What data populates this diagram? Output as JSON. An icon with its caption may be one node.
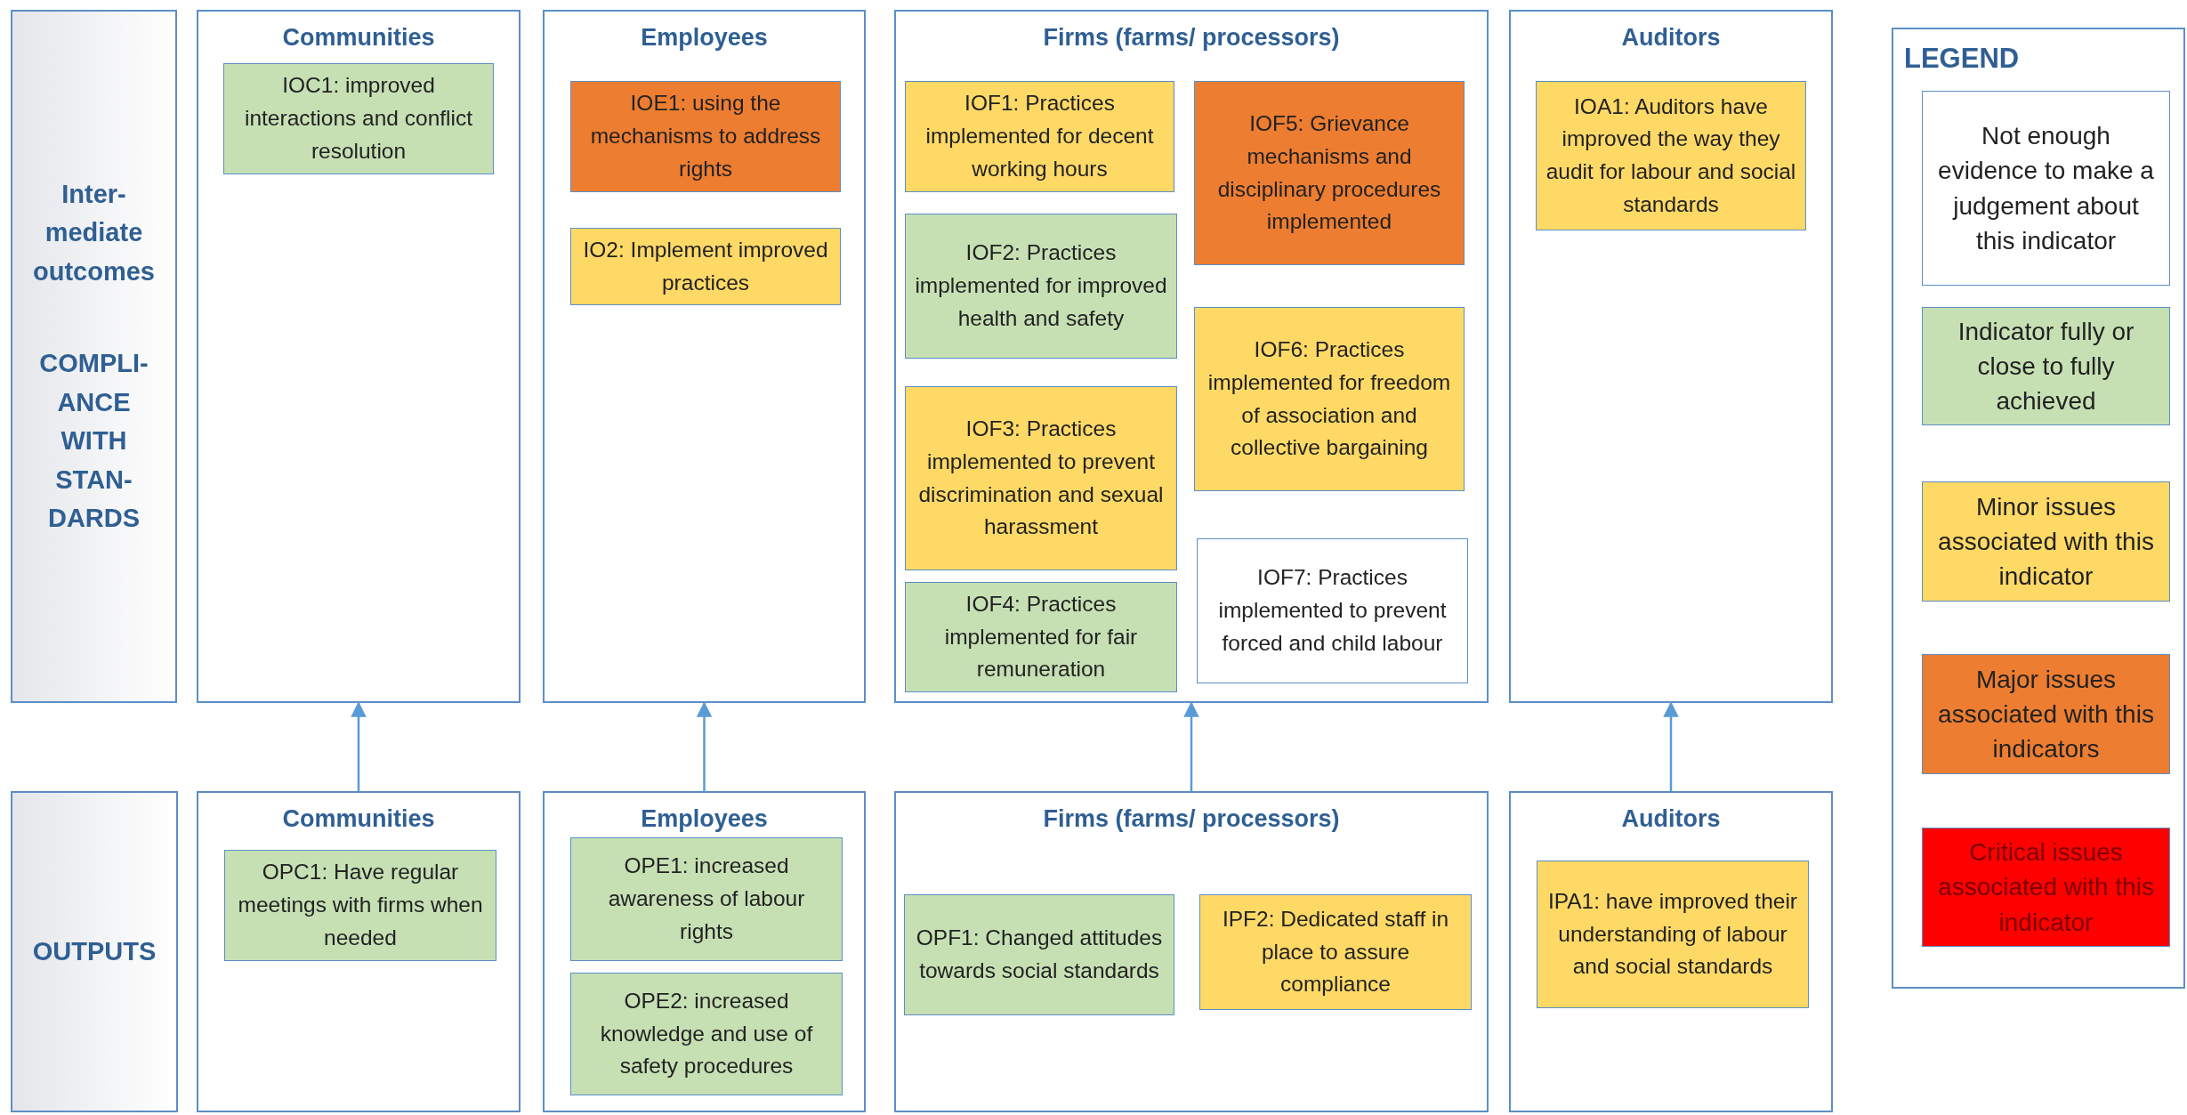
{
  "diagram": {
    "nodes": [
      {
        "text": [
          "Inter-mediate outcomes",
          "COMPLI-ANCE WITH STAN-DARDS"
        ]
      },
      {
        "text": [
          "Communities"
        ]
      },
      {
        "text": [
          "IOC1: improved interactions and conflict resolution"
        ],
        "in": 1
      },
      {
        "text": [
          "Employees"
        ]
      },
      {
        "text": [
          "IOE1: using the mechanisms to address rights"
        ],
        "in": 3
      },
      {
        "text": [
          "IO2: Implement improved practices"
        ],
        "in": 3
      },
      {
        "text": [
          "Firms (farms/ processors)"
        ]
      },
      {
        "text": [
          "IOF1:  Practices implemented for decent working hours"
        ],
        "in": 6
      },
      {
        "text": [
          "IOF2:  Practices implemented for improved health and safety"
        ],
        "in": 6
      },
      {
        "text": [
          "IOF3:  Practices implemented to prevent discrimination and sexual harassment"
        ],
        "in": 6
      },
      {
        "text": [
          "IOF4: Practices implemented for fair remuneration"
        ],
        "in": 6
      },
      {
        "text": [
          "IOF5:  Grievance mechanisms and disciplinary procedures implemented"
        ],
        "in": 6
      },
      {
        "text": [
          "IOF6:  Practices implemented for freedom of association and collective bargaining"
        ],
        "in": 6
      },
      {
        "text": [
          "IOF7: Practices implemented to prevent forced and child labour"
        ],
        "in": 6
      },
      {
        "text": [
          "Auditors"
        ]
      },
      {
        "text": [
          "IOA1: Auditors have improved the way they audit for labour and social standards"
        ],
        "in": 14
      },
      {
        "text": [
          "OUTPUTS"
        ]
      },
      {
        "text": [
          "Communities"
        ]
      },
      {
        "text": [
          "OPC1: Have regular meetings with firms when needed"
        ],
        "in": 17
      },
      {
        "text": [
          "Employees"
        ]
      },
      {
        "text": [
          "OPE1: increased awareness of labour rights"
        ],
        "in": 19
      },
      {
        "text": [
          "OPE2: increased knowledge and use of safety procedures"
        ],
        "in": 19
      },
      {
        "text": [
          "Firms (farms/ processors)"
        ]
      },
      {
        "text": [
          "OPF1: Changed attitudes towards social standards"
        ],
        "in": 22
      },
      {
        "text": [
          "IPF2: Dedicated staff in place to assure compliance"
        ],
        "in": 22
      },
      {
        "text": [
          "Auditors"
        ]
      },
      {
        "text": [
          "IPA1: have improved their  understanding of labour and social standards"
        ],
        "in": 25
      }
    ],
    "edges": [
      {
        "from": 17,
        "to": 1,
        "arrow": "to"
      },
      {
        "from": 19,
        "to": 3,
        "arrow": "to"
      },
      {
        "from": 22,
        "to": 6,
        "arrow": "to"
      },
      {
        "from": 25,
        "to": 14,
        "arrow": "to"
      }
    ],
    "labels": [
      "LEGEND"
    ],
    "legend": [
      {
        "text": "Not enough evidence to make a judgement about this indicator",
        "color": "#ffffff"
      },
      {
        "text": "Indicator fully or close to fully achieved",
        "color": "#c6e0b4"
      },
      {
        "text": "Minor issues associated with this indicator",
        "color": "#ffd966"
      },
      {
        "text": "Major issues associated with this indicators",
        "color": "#ed7d31"
      },
      {
        "text": "Critical issues associated with this indicator",
        "color": "#ff0000"
      }
    ]
  }
}
